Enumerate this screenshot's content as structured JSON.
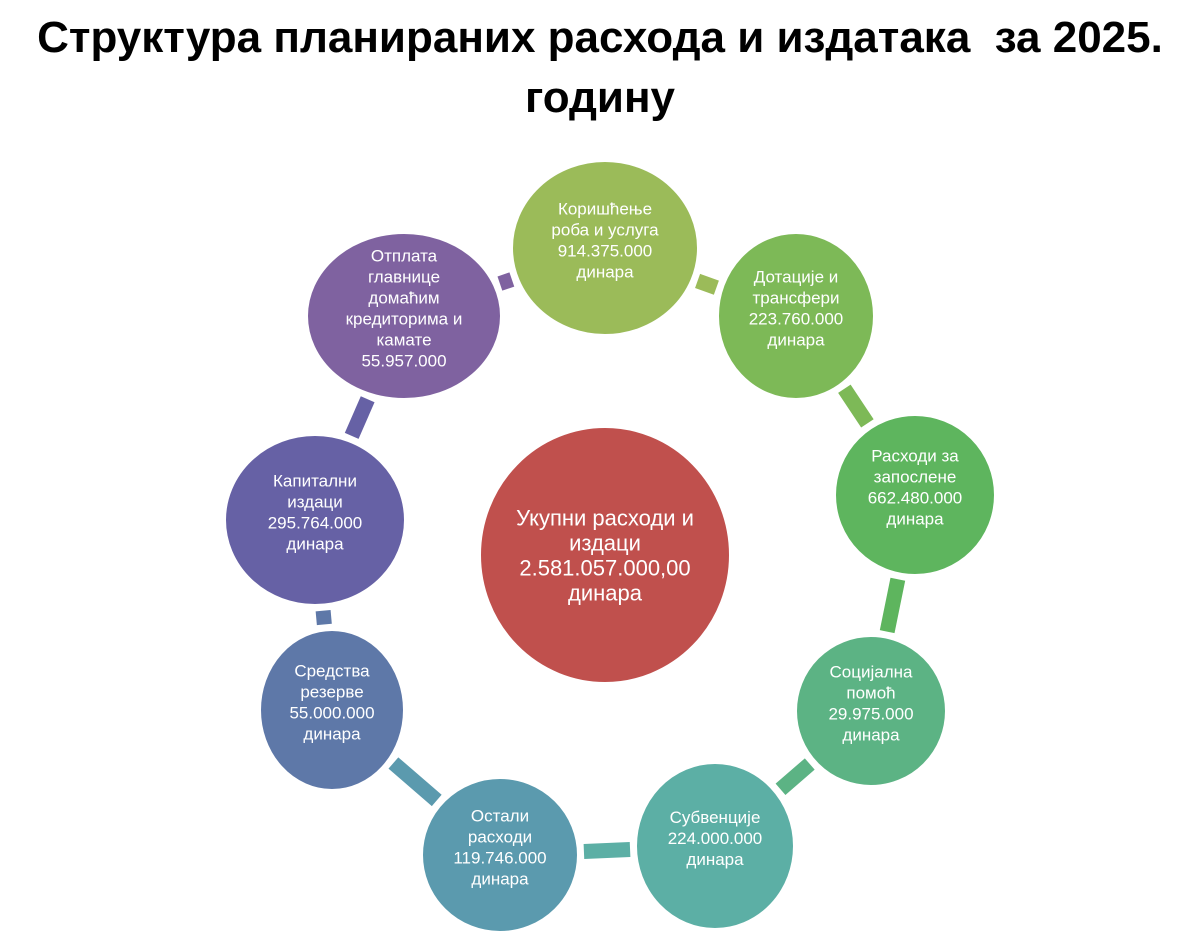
{
  "title": {
    "line1": "Структура планираних расхода и издатака  за 2025.",
    "line2": "годину"
  },
  "center": {
    "lines": [
      "Укупни расходи и",
      "издаци",
      "2.581.057.000,00",
      "динара"
    ],
    "color": "#C0504D"
  },
  "nodes": [
    {
      "id": "koriscenje",
      "lines": [
        "Коришћење",
        "роба и услуга",
        "914.375.000",
        "динара"
      ],
      "color": "#9BBB59"
    },
    {
      "id": "dotacije",
      "lines": [
        "Дотације и",
        "трансфери",
        "223.760.000",
        "динара"
      ],
      "color": "#7DB957"
    },
    {
      "id": "zaposleni",
      "lines": [
        "Расходи за",
        "запослене",
        "662.480.000",
        "динара"
      ],
      "color": "#5EB55E"
    },
    {
      "id": "socijalna",
      "lines": [
        "Социјална",
        "помоћ",
        "29.975.000",
        "динара"
      ],
      "color": "#5CB384"
    },
    {
      "id": "subvencije",
      "lines": [
        "Субвенције",
        "224.000.000",
        "динара"
      ],
      "color": "#5CAFA5"
    },
    {
      "id": "ostali",
      "lines": [
        "Остали",
        "расходи",
        "119.746.000",
        "динара"
      ],
      "color": "#5B9AAE"
    },
    {
      "id": "rezerve",
      "lines": [
        "Средства",
        "резерве",
        "55.000.000",
        "динара"
      ],
      "color": "#5E78A8"
    },
    {
      "id": "kapitalni",
      "lines": [
        "Капитални",
        "издаци",
        "295.764.000",
        "динара"
      ],
      "color": "#6661A5"
    },
    {
      "id": "otplata",
      "lines": [
        "Отплата",
        "главнице",
        "домаћим",
        "кредиторима и",
        "камате",
        "55.957.000"
      ],
      "color": "#7F62A0"
    }
  ]
}
